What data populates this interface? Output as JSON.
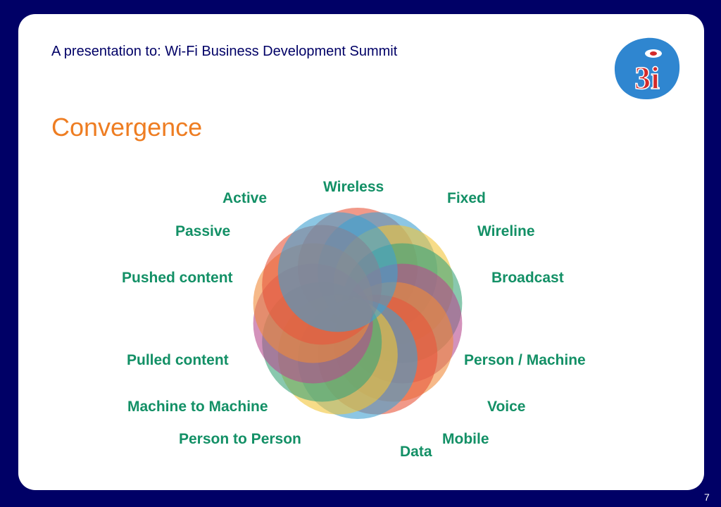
{
  "header": {
    "subtitle": "A presentation to: Wi-Fi Business Development Summit",
    "logo_text": "3i"
  },
  "slide": {
    "title": "Convergence",
    "page_number": "7"
  },
  "diagram": {
    "labels": [
      "Wireless",
      "Fixed",
      "Wireline",
      "Broadcast",
      "Person / Machine",
      "Voice",
      "Mobile",
      "Data",
      "Person to Person",
      "Machine to Machine",
      "Pulled content",
      "Pushed content",
      "Passive",
      "Active"
    ],
    "circle_colors": [
      "#e8553a",
      "#3fa0d0",
      "#f2c438",
      "#3aa378",
      "#b54a8e",
      "#f08a3a"
    ]
  },
  "colors": {
    "background": "#000066",
    "accent_orange": "#ee7d22",
    "label_green": "#139066"
  }
}
